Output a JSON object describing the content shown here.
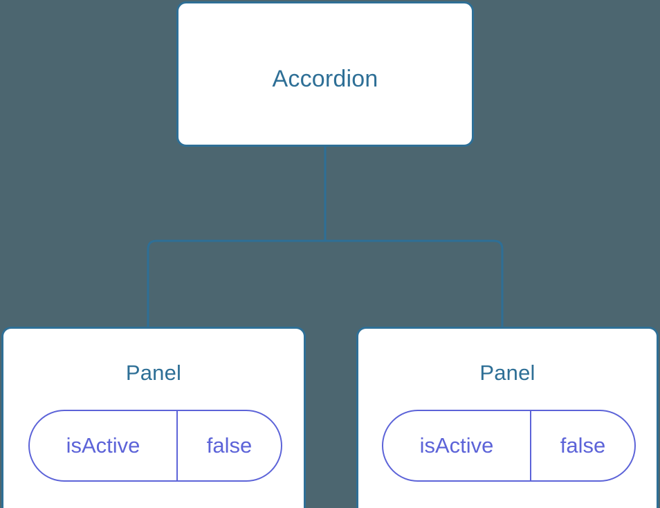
{
  "diagram": {
    "type": "component-tree",
    "background_color": "#4c6670",
    "line_color": "#2e6f96",
    "card_fill": "#ffffff",
    "title_color": "#2e6f96",
    "pill_color": "#5c63d8",
    "root": {
      "label": "Accordion"
    },
    "children": [
      {
        "label": "Panel",
        "state": {
          "key": "isActive",
          "value": "false"
        }
      },
      {
        "label": "Panel",
        "state": {
          "key": "isActive",
          "value": "false"
        }
      }
    ]
  }
}
